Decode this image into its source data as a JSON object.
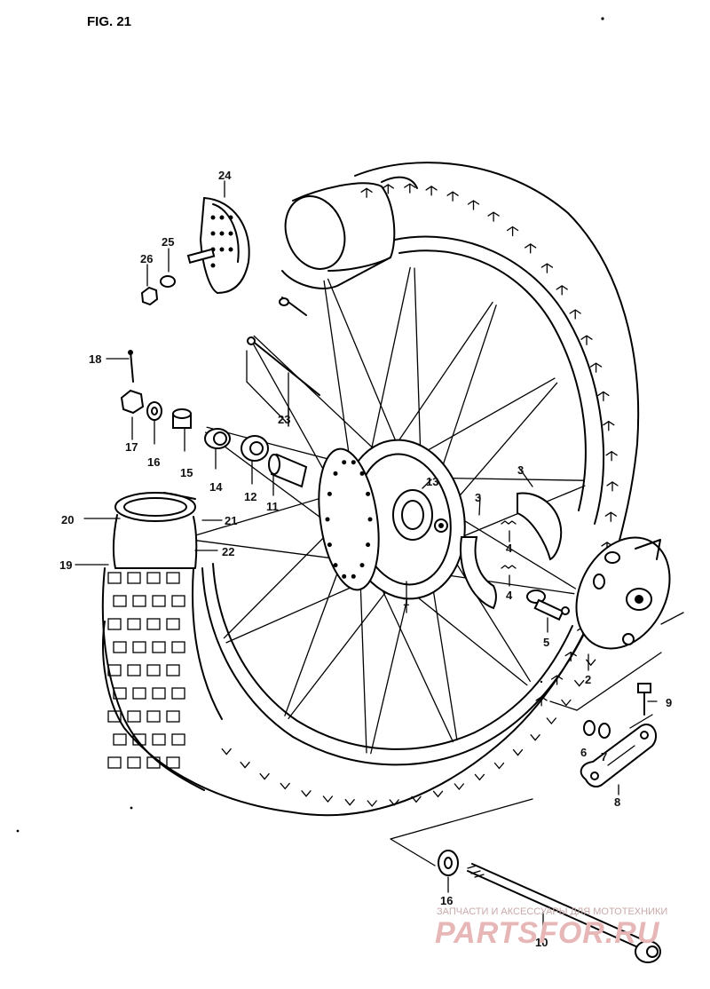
{
  "figure": {
    "title": "FIG. 21"
  },
  "callouts": [
    {
      "id": "c24",
      "label": "24"
    },
    {
      "id": "c25",
      "label": "25"
    },
    {
      "id": "c26",
      "label": "26"
    },
    {
      "id": "c18",
      "label": "18"
    },
    {
      "id": "c23",
      "label": "23"
    },
    {
      "id": "c17",
      "label": "17"
    },
    {
      "id": "c16a",
      "label": "16"
    },
    {
      "id": "c15",
      "label": "15"
    },
    {
      "id": "c14",
      "label": "14"
    },
    {
      "id": "c12",
      "label": "12"
    },
    {
      "id": "c11",
      "label": "11"
    },
    {
      "id": "c13",
      "label": "13"
    },
    {
      "id": "c3a",
      "label": "3"
    },
    {
      "id": "c3b",
      "label": "3"
    },
    {
      "id": "c4a",
      "label": "4"
    },
    {
      "id": "c4b",
      "label": "4"
    },
    {
      "id": "c5",
      "label": "5"
    },
    {
      "id": "c1",
      "label": "1"
    },
    {
      "id": "c20",
      "label": "20"
    },
    {
      "id": "c21",
      "label": "21"
    },
    {
      "id": "c22",
      "label": "22"
    },
    {
      "id": "c19",
      "label": "19"
    },
    {
      "id": "c2",
      "label": "2"
    },
    {
      "id": "c9",
      "label": "9"
    },
    {
      "id": "c6",
      "label": "6"
    },
    {
      "id": "c7",
      "label": "7"
    },
    {
      "id": "c8",
      "label": "8"
    },
    {
      "id": "c16b",
      "label": "16"
    },
    {
      "id": "c10",
      "label": "10"
    }
  ],
  "watermark": {
    "tagline": "ЗАПЧАСТИ И АКСЕССУАРЫ ДЛЯ МОТОТЕХНИКИ",
    "brand": "PARTSFOR.RU"
  }
}
